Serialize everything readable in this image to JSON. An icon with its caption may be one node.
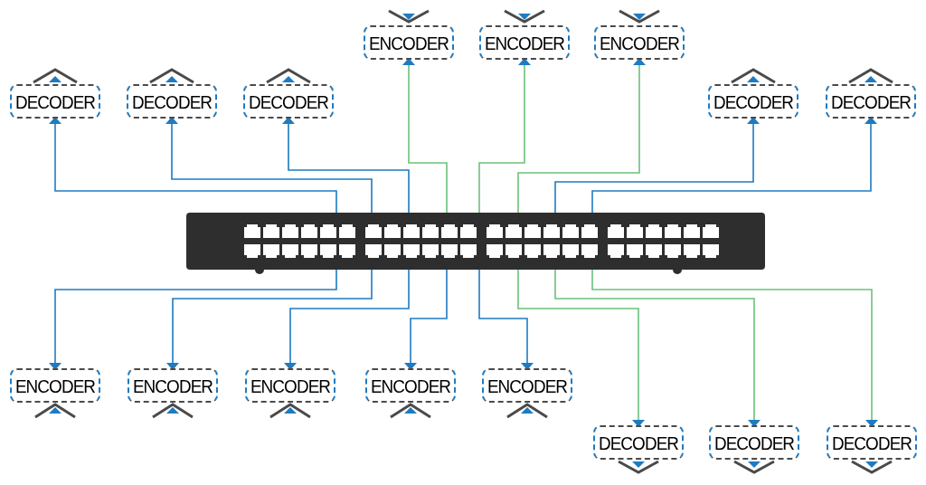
{
  "diagram": {
    "nodes": [
      {
        "text": [
          "ENCODER"
        ]
      },
      {
        "text": [
          "ENCODER"
        ]
      },
      {
        "text": [
          "ENCODER"
        ]
      },
      {
        "text": [
          "DECODER"
        ]
      },
      {
        "text": [
          "DECODER"
        ]
      },
      {
        "text": [
          "DECODER"
        ]
      },
      {
        "text": [
          "DECODER"
        ]
      },
      {
        "text": [
          "DECODER"
        ]
      },
      {
        "text": [],
        "shape": "box"
      },
      {
        "text": [
          "ENCODER"
        ]
      },
      {
        "text": [
          "ENCODER"
        ]
      },
      {
        "text": [
          "ENCODER"
        ]
      },
      {
        "text": [
          "ENCODER"
        ]
      },
      {
        "text": [
          "ENCODER"
        ]
      },
      {
        "text": [
          "DECODER"
        ]
      },
      {
        "text": [
          "DECODER"
        ]
      },
      {
        "text": [
          "DECODER"
        ]
      }
    ],
    "edges": [
      {
        "from": 8,
        "to": 0,
        "arrow": "to",
        "color": "#6cc17a"
      },
      {
        "from": 8,
        "to": 1,
        "arrow": "to",
        "color": "#6cc17a"
      },
      {
        "from": 8,
        "to": 2,
        "arrow": "to",
        "color": "#6cc17a"
      },
      {
        "from": 8,
        "to": 3,
        "arrow": "to"
      },
      {
        "from": 8,
        "to": 4,
        "arrow": "to"
      },
      {
        "from": 8,
        "to": 5,
        "arrow": "to"
      },
      {
        "from": 8,
        "to": 6,
        "arrow": "to"
      },
      {
        "from": 8,
        "to": 7,
        "arrow": "to"
      },
      {
        "from": 8,
        "to": 9,
        "arrow": "to"
      },
      {
        "from": 8,
        "to": 10,
        "arrow": "to"
      },
      {
        "from": 8,
        "to": 11,
        "arrow": "to"
      },
      {
        "from": 8,
        "to": 12,
        "arrow": "to"
      },
      {
        "from": 8,
        "to": 13,
        "arrow": "to"
      },
      {
        "from": 8,
        "to": 14,
        "arrow": "to",
        "color": "#6cc17a"
      },
      {
        "from": 8,
        "to": 15,
        "arrow": "to",
        "color": "#6cc17a"
      },
      {
        "from": 8,
        "to": 16,
        "arrow": "to",
        "color": "#6cc17a"
      }
    ]
  }
}
